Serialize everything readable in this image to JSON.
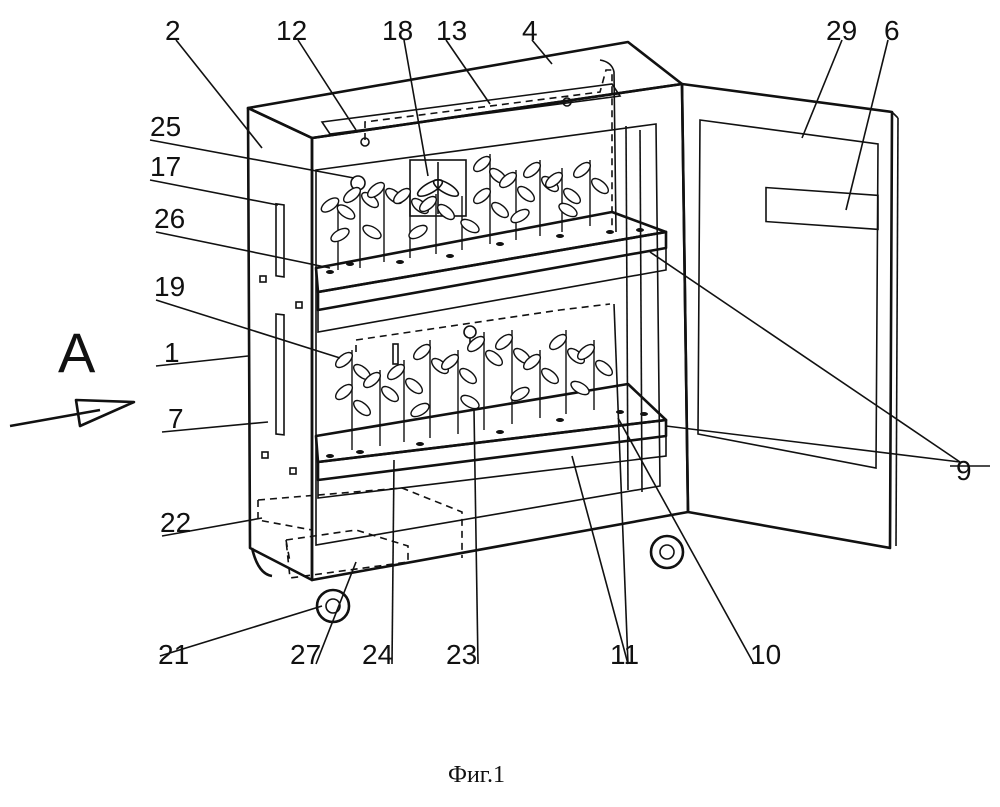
{
  "figure": {
    "caption": "Фиг.1",
    "view_letter": "A",
    "labels": {
      "l1": "1",
      "l2": "2",
      "l4": "4",
      "l6": "6",
      "l7": "7",
      "l9": "9",
      "l10": "10",
      "l11": "11",
      "l12": "12",
      "l13": "13",
      "l17": "17",
      "l18": "18",
      "l19": "19",
      "l21": "21",
      "l22": "22",
      "l23": "23",
      "l24": "24",
      "l25": "25",
      "l26": "26",
      "l27": "27",
      "l29": "29"
    }
  }
}
